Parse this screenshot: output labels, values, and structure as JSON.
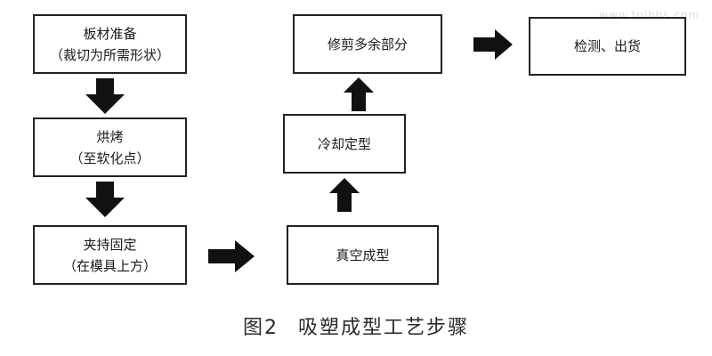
{
  "watermark": "www.tplbbs.com",
  "steps": {
    "sheet_prep": {
      "line1": "板材准备",
      "line2": "（裁切为所需形状）"
    },
    "baking": {
      "line1": "烘烤",
      "line2": "（至软化点）"
    },
    "clamping": {
      "line1": "夹持固定",
      "line2": "（在模具上方）"
    },
    "vacuum": {
      "line1": "真空成型"
    },
    "cooling": {
      "line1": "冷却定型"
    },
    "trimming": {
      "line1": "修剪多余部分"
    },
    "inspection": {
      "line1": "检测、出货"
    }
  },
  "caption": {
    "figure": "图2",
    "title": "吸塑成型工艺步骤"
  },
  "colors": {
    "border": "#222222",
    "arrow": "#111111",
    "watermark": "#d8dce6"
  }
}
